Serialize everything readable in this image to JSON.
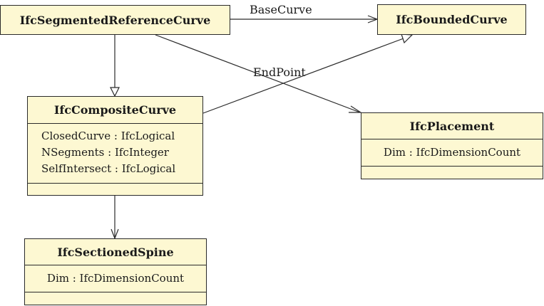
{
  "diagram": {
    "classes": {
      "segmented_reference_curve": {
        "name": "IfcSegmentedReferenceCurve"
      },
      "bounded_curve": {
        "name": "IfcBoundedCurve"
      },
      "composite_curve": {
        "name": "IfcCompositeCurve",
        "attributes": [
          "ClosedCurve : IfcLogical",
          "NSegments : IfcInteger",
          "SelfIntersect : IfcLogical"
        ]
      },
      "placement": {
        "name": "IfcPlacement",
        "attributes": [
          "Dim : IfcDimensionCount"
        ]
      },
      "sectioned_spine": {
        "name": "IfcSectionedSpine",
        "attributes": [
          "Dim : IfcDimensionCount"
        ]
      }
    },
    "edges": {
      "base_curve": {
        "label": "BaseCurve"
      },
      "end_point": {
        "label": "EndPoint"
      }
    }
  }
}
